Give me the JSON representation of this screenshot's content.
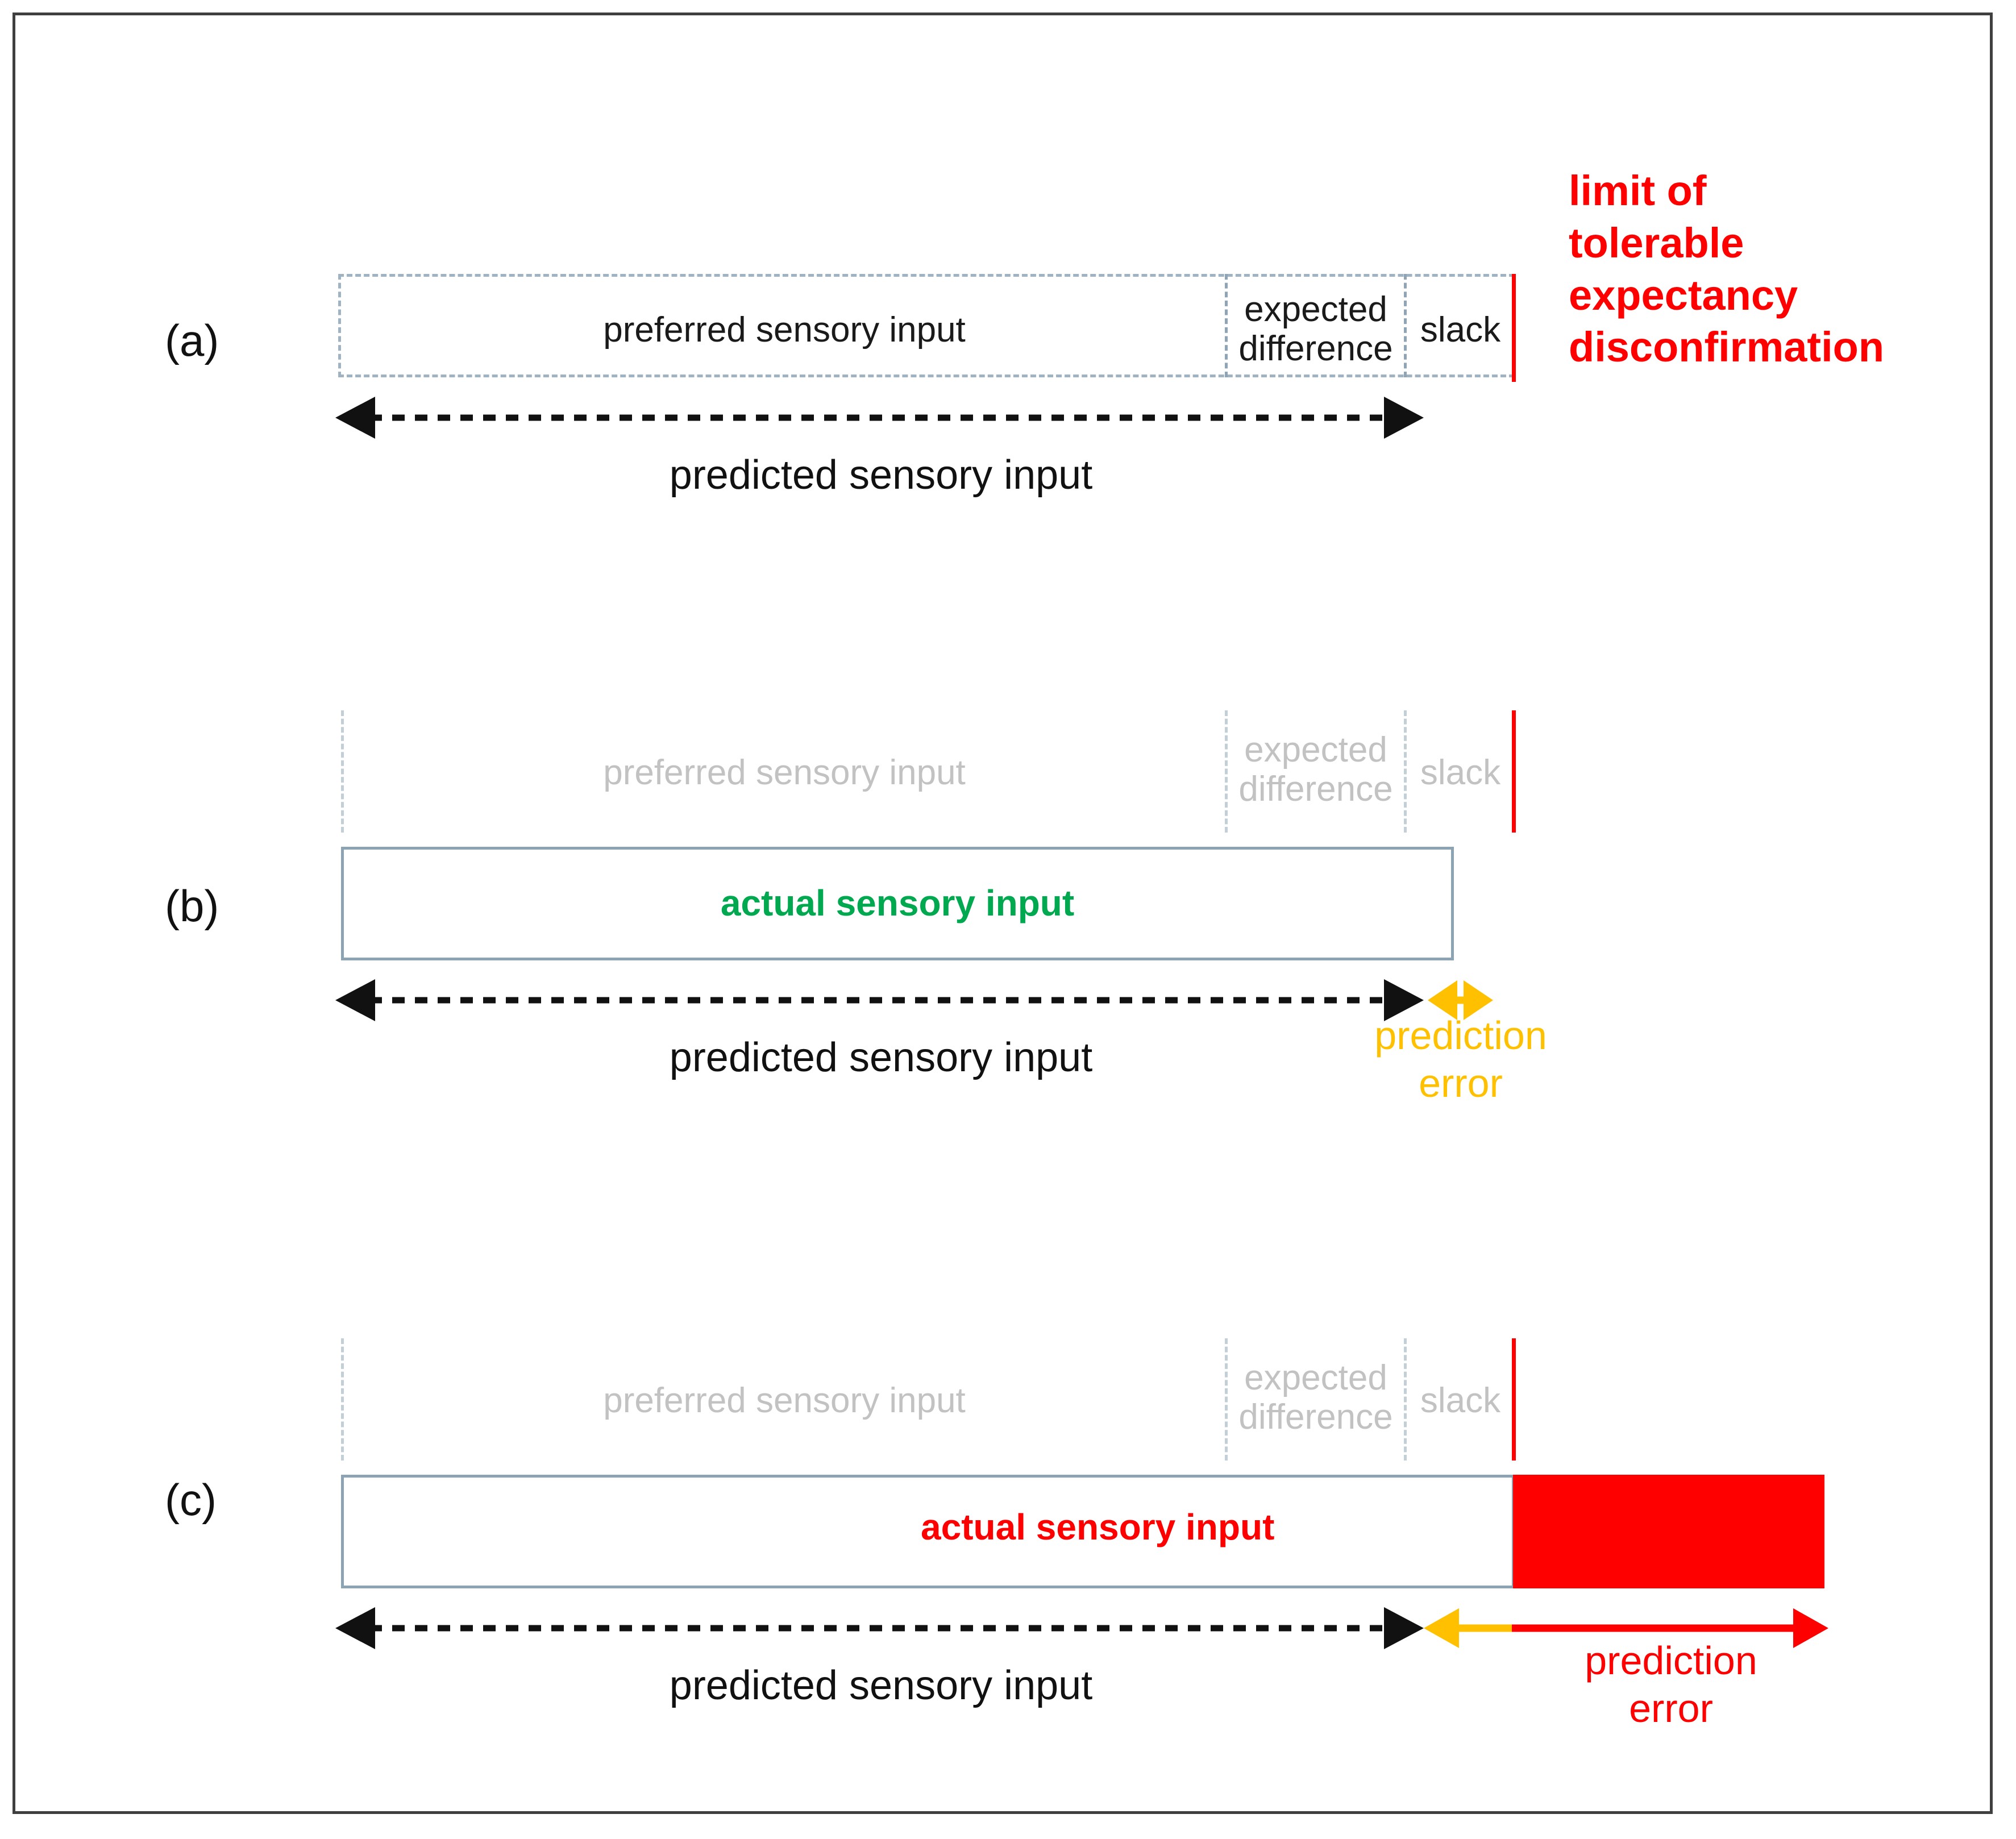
{
  "figure": {
    "title": "Predictive processing: preferred, predicted and actual sensory input",
    "colors": {
      "limit_red": "#fe0000",
      "overflow_red": "#fe0000",
      "actual_green": "#00a84f",
      "prediction_error_amber": "#ffc000",
      "box_border_blue_grey": "#8ba3b3",
      "dashed_blue_grey": "#9fb3c2",
      "ghost_text_grey": "#c2c2c2",
      "frame_grey": "#3f3f3f",
      "text_black": "#111111"
    }
  },
  "panels": [
    {
      "id": "a",
      "letter": "(a)",
      "cells": [
        {
          "key": "preferred",
          "label": "preferred sensory input"
        },
        {
          "key": "expected_difference",
          "label": "expected\ndifference"
        },
        {
          "key": "slack",
          "label": "slack"
        }
      ],
      "limit_caption": "limit of\ntolerable\nexpectancy\ndisconfirmation",
      "measure_caption": "predicted sensory input"
    },
    {
      "id": "b",
      "letter": "(b)",
      "cells": [
        {
          "key": "preferred",
          "label": "preferred sensory input"
        },
        {
          "key": "expected_difference",
          "label": "expected\ndifference"
        },
        {
          "key": "slack",
          "label": "slack"
        }
      ],
      "actual_label": "actual sensory input",
      "actual_label_color": "#00a84f",
      "measure_caption": "predicted sensory input",
      "error_caption": "prediction\nerror",
      "error_caption_color": "#ffc000"
    },
    {
      "id": "c",
      "letter": "(c)",
      "cells": [
        {
          "key": "preferred",
          "label": "preferred sensory input"
        },
        {
          "key": "expected_difference",
          "label": "expected\ndifference"
        },
        {
          "key": "slack",
          "label": "slack"
        }
      ],
      "actual_label": "actual sensory input",
      "actual_label_color": "#fe0000",
      "measure_caption": "predicted sensory input",
      "error_caption": "prediction\nerror",
      "error_caption_color": "#fe0000"
    }
  ]
}
